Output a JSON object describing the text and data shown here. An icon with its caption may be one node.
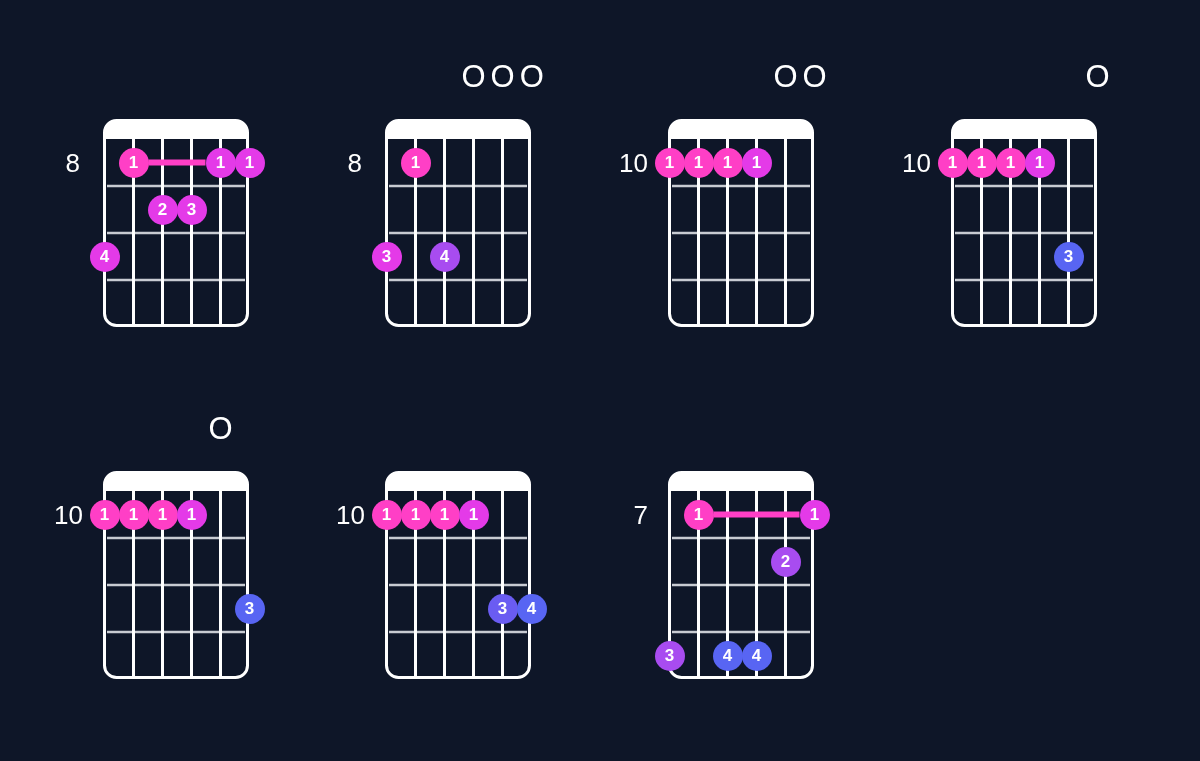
{
  "diagram": {
    "nodes": [
      {
        "text": [],
        "shape": "box",
        "beside": [
          "8"
        ]
      },
      {
        "text": [
          "1"
        ],
        "in": 0
      },
      {
        "text": [
          "1"
        ],
        "in": 0
      },
      {
        "text": [
          "1"
        ]
      },
      {
        "text": [
          "2"
        ],
        "in": 0
      },
      {
        "text": [
          "3"
        ],
        "in": 0
      },
      {
        "text": [
          "4"
        ],
        "in": 0
      },
      {
        "text": [],
        "shape": "box",
        "beside": [
          "OOO",
          "8"
        ]
      },
      {
        "text": [
          "1"
        ],
        "in": 7
      },
      {
        "text": [
          "3"
        ],
        "in": 7
      },
      {
        "text": [
          "4"
        ],
        "in": 7
      },
      {
        "text": [],
        "shape": "box",
        "beside": [
          "OO",
          "10"
        ]
      },
      {
        "text": [
          "1"
        ],
        "in": 11
      },
      {
        "text": [
          "1"
        ],
        "in": 11
      },
      {
        "text": [
          "1"
        ],
        "in": 11
      },
      {
        "text": [
          "1"
        ],
        "in": 11
      },
      {
        "text": [],
        "shape": "box",
        "beside": [
          "O",
          "10"
        ]
      },
      {
        "text": [
          "1"
        ],
        "in": 16
      },
      {
        "text": [
          "1"
        ],
        "in": 16
      },
      {
        "text": [
          "1"
        ],
        "in": 16
      },
      {
        "text": [
          "1"
        ],
        "in": 16
      },
      {
        "text": [
          "3"
        ],
        "in": 16
      },
      {
        "text": [],
        "shape": "box",
        "beside": [
          "O",
          "10"
        ]
      },
      {
        "text": [
          "1"
        ],
        "in": 22
      },
      {
        "text": [
          "1"
        ],
        "in": 22
      },
      {
        "text": [
          "1"
        ],
        "in": 22
      },
      {
        "text": [
          "1"
        ],
        "in": 22
      },
      {
        "text": [
          "3"
        ]
      },
      {
        "text": [],
        "shape": "box",
        "beside": [
          "10"
        ]
      },
      {
        "text": [
          "1"
        ],
        "in": 28
      },
      {
        "text": [
          "1"
        ],
        "in": 28
      },
      {
        "text": [
          "1"
        ],
        "in": 28
      },
      {
        "text": [
          "1"
        ],
        "in": 28
      },
      {
        "text": [
          "3"
        ],
        "in": 28
      },
      {
        "text": [
          "4"
        ]
      },
      {
        "text": [],
        "shape": "box",
        "beside": [
          "7"
        ]
      },
      {
        "text": [
          "1"
        ],
        "in": 35
      },
      {
        "text": [
          "1"
        ]
      },
      {
        "text": [
          "2"
        ],
        "in": 35
      },
      {
        "text": [
          "3"
        ],
        "in": 35
      },
      {
        "text": [
          "4"
        ],
        "in": 35
      },
      {
        "text": [
          "4"
        ],
        "in": 35
      }
    ],
    "edges": [
      {
        "from": 1,
        "to": 2,
        "arrow": "none"
      },
      {
        "from": 36,
        "to": 37,
        "arrow": "none"
      }
    ]
  }
}
